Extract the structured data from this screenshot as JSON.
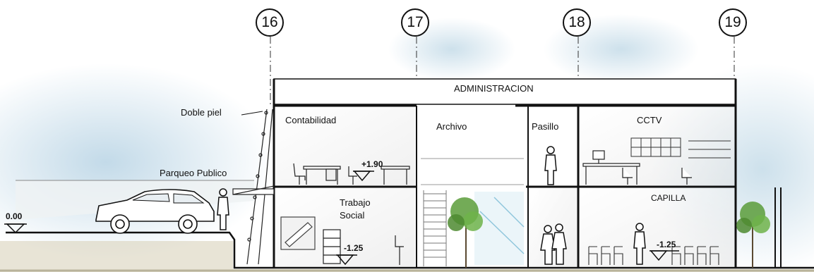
{
  "axes": [
    "16",
    "17",
    "18",
    "19"
  ],
  "title": "ADMINISTRACION",
  "rooms": {
    "contabilidad": "Contabilidad",
    "archivo": "Archivo",
    "pasillo": "Pasillo",
    "cctv": "CCTV",
    "trabajo_social_1": "Trabajo",
    "trabajo_social_2": "Social",
    "capilla": "CAPILLA"
  },
  "annotations": {
    "doble_piel": "Doble piel",
    "parqueo_publico": "Parqueo Publico"
  },
  "levels": {
    "exterior": "0.00",
    "upper": "+1.90",
    "lower_left": "-1.25",
    "lower_right": "-1.25"
  },
  "colors": {
    "line": "#111111",
    "sky": "#b8d3e3",
    "ground": "#b9b39a",
    "tree": "#5a9c3a",
    "glass": "#8fc6dc"
  },
  "icons": [
    "car-icon",
    "person-icon",
    "tree-icon",
    "chair-icon",
    "desk-icon",
    "computer-icon",
    "file-cabinet-icon"
  ]
}
